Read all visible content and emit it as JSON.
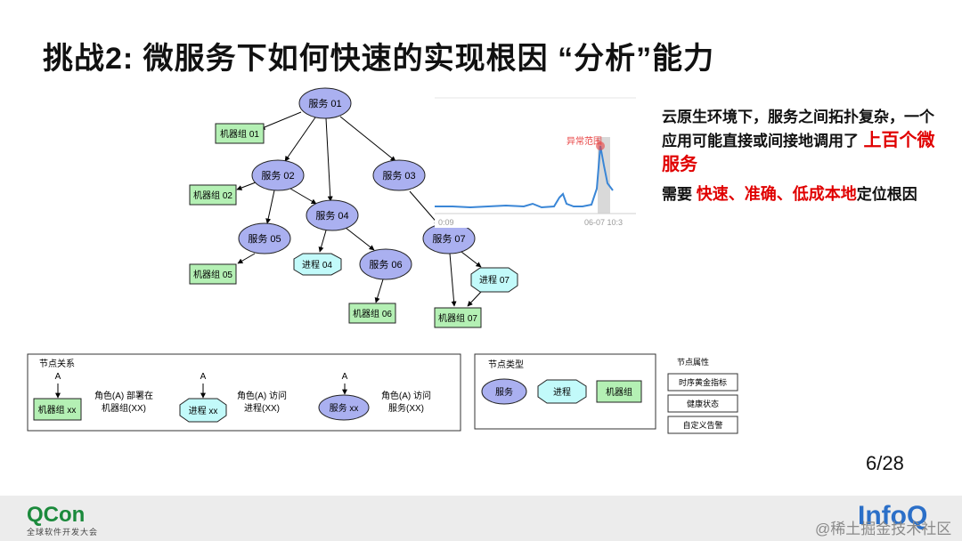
{
  "title": "挑战2: 微服务下如何快速的实现根因 “分析”能力",
  "graph": {
    "services": {
      "s01": "服务 01",
      "s02": "服务 02",
      "s03": "服务 03",
      "s04": "服务 04",
      "s05": "服务 05",
      "s06": "服务 06",
      "s07": "服务 07"
    },
    "machines": {
      "m01": "机器组 01",
      "m02": "机器组 02",
      "m05": "机器组 05",
      "m06": "机器组 06",
      "m07": "机器组 07"
    },
    "processes": {
      "p04": "进程 04",
      "p07": "进程 07"
    }
  },
  "chart": {
    "anomaly_label": "异常范围",
    "x_left_label": "0:09",
    "x_right_label": "06-07 10:3",
    "line_color": "#3a86d6",
    "anomaly_color": "#e84040"
  },
  "side": {
    "line1": "云原生环境下，服务之间拓扑复杂，一个",
    "line2_prefix": "应用可能直接或间接地调用了",
    "line2_red": " 上百个微",
    "line3_red": "服务",
    "line4_prefix": "需要 ",
    "line4_red": "快速、准确、低成本地",
    "line4_suffix": "定位根因"
  },
  "legend": {
    "relations": {
      "title": "节点关系",
      "a": "A",
      "machine_node": "机器组 xx",
      "machine_desc_1": "角色(A) 部署在",
      "machine_desc_2": "机器组(XX)",
      "process_node": "进程 xx",
      "process_desc_1": "角色(A) 访问",
      "process_desc_2": "进程(XX)",
      "service_node": "服务 xx",
      "service_desc_1": "角色(A) 访问",
      "service_desc_2": "服务(XX)"
    },
    "types": {
      "title": "节点类型",
      "service": "服务",
      "process": "进程",
      "machine": "机器组"
    },
    "attributes": {
      "title": "节点属性",
      "items": [
        "时序黄金指标",
        "健康状态",
        "自定义告警"
      ]
    }
  },
  "page_number": "6/28",
  "footer": {
    "qcon": "QCon",
    "qcon_sub": "全球软件开发大会",
    "infoq": "InfoQ",
    "watermark": "@稀土掘金技术社区"
  }
}
